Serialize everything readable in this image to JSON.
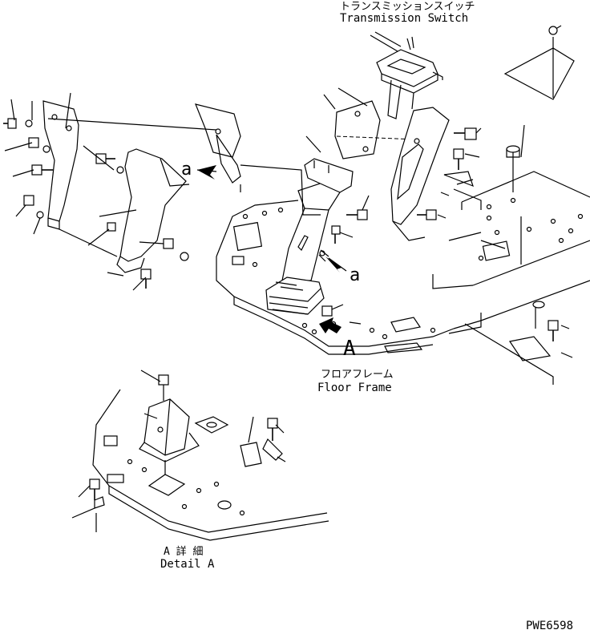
{
  "labels": {
    "transmission_switch_jp": "トランスミッションスイッチ",
    "transmission_switch_en": "Transmission Switch",
    "floor_frame_jp": "フロアフレーム",
    "floor_frame_en": "Floor Frame",
    "detail_jp": "A 詳 細",
    "detail_en": "Detail A",
    "marker_a_lower_1": "a",
    "marker_a_lower_2": "a",
    "marker_A_upper": "A",
    "drawing_number": "PWE6598"
  }
}
